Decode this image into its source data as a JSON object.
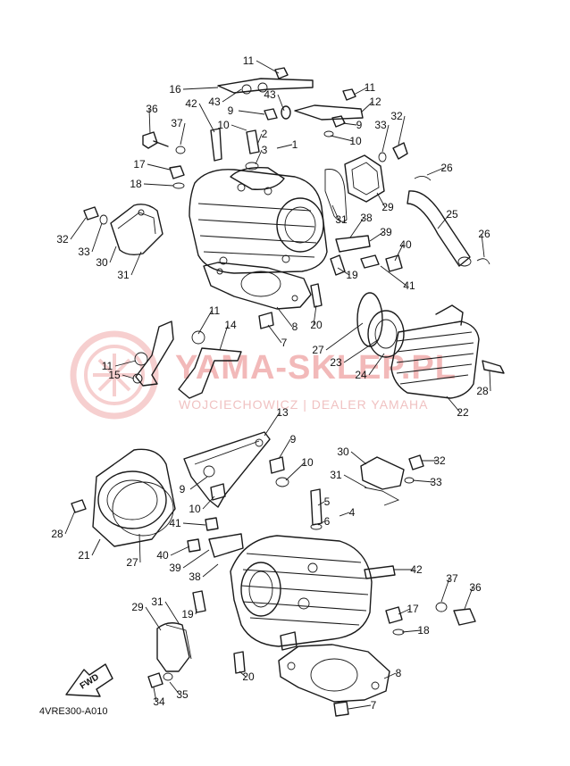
{
  "watermark": {
    "brand": "YAMA-SKLEP.PL",
    "subtitle": "WOJCIECHOWICZ | DEALER YAMAHA"
  },
  "diagram_code": "4VRE300-A010",
  "fwd_label": "FWD",
  "callouts": [
    {
      "id": "c11a",
      "label": "11"
    },
    {
      "id": "c16",
      "label": "16"
    },
    {
      "id": "c43a",
      "label": "43"
    },
    {
      "id": "c43b",
      "label": "43"
    },
    {
      "id": "c11b",
      "label": "11"
    },
    {
      "id": "c9a",
      "label": "9"
    },
    {
      "id": "c12",
      "label": "12"
    },
    {
      "id": "c9b",
      "label": "9"
    },
    {
      "id": "c36a",
      "label": "36"
    },
    {
      "id": "c42a",
      "label": "42"
    },
    {
      "id": "c37a",
      "label": "37"
    },
    {
      "id": "c10a",
      "label": "10"
    },
    {
      "id": "c2a",
      "label": "2"
    },
    {
      "id": "c3a",
      "label": "3"
    },
    {
      "id": "c1",
      "label": "1"
    },
    {
      "id": "c10b",
      "label": "10"
    },
    {
      "id": "c33a",
      "label": "33"
    },
    {
      "id": "c32a",
      "label": "32"
    },
    {
      "id": "c17a",
      "label": "17"
    },
    {
      "id": "c18a",
      "label": "18"
    },
    {
      "id": "c26a",
      "label": "26"
    },
    {
      "id": "c29a",
      "label": "29"
    },
    {
      "id": "c32b",
      "label": "32"
    },
    {
      "id": "c33b",
      "label": "33"
    },
    {
      "id": "c30a",
      "label": "30"
    },
    {
      "id": "c31a",
      "label": "31"
    },
    {
      "id": "c31b",
      "label": "31"
    },
    {
      "id": "c38a",
      "label": "38"
    },
    {
      "id": "c25",
      "label": "25"
    },
    {
      "id": "c39a",
      "label": "39"
    },
    {
      "id": "c40a",
      "label": "40"
    },
    {
      "id": "c26b",
      "label": "26"
    },
    {
      "id": "c19a",
      "label": "19"
    },
    {
      "id": "c41a",
      "label": "41"
    },
    {
      "id": "c11c",
      "label": "11"
    },
    {
      "id": "c14",
      "label": "14"
    },
    {
      "id": "c8a",
      "label": "8"
    },
    {
      "id": "c20a",
      "label": "20"
    },
    {
      "id": "c7a",
      "label": "7"
    },
    {
      "id": "c27a",
      "label": "27"
    },
    {
      "id": "c23",
      "label": "23"
    },
    {
      "id": "c24",
      "label": "24"
    },
    {
      "id": "c11d",
      "label": "11"
    },
    {
      "id": "c15",
      "label": "15"
    },
    {
      "id": "c28a",
      "label": "28"
    },
    {
      "id": "c22",
      "label": "22"
    },
    {
      "id": "c13",
      "label": "13"
    },
    {
      "id": "c9c",
      "label": "9"
    },
    {
      "id": "c10c",
      "label": "10"
    },
    {
      "id": "c9d",
      "label": "9"
    },
    {
      "id": "c10d",
      "label": "10"
    },
    {
      "id": "c30b",
      "label": "30"
    },
    {
      "id": "c32c",
      "label": "32"
    },
    {
      "id": "c31c",
      "label": "31"
    },
    {
      "id": "c33c",
      "label": "33"
    },
    {
      "id": "c5",
      "label": "5"
    },
    {
      "id": "c4",
      "label": "4"
    },
    {
      "id": "c6",
      "label": "6"
    },
    {
      "id": "c28b",
      "label": "28"
    },
    {
      "id": "c41b",
      "label": "41"
    },
    {
      "id": "c21",
      "label": "21"
    },
    {
      "id": "c27b",
      "label": "27"
    },
    {
      "id": "c40b",
      "label": "40"
    },
    {
      "id": "c39b",
      "label": "39"
    },
    {
      "id": "c42b",
      "label": "42"
    },
    {
      "id": "c38b",
      "label": "38"
    },
    {
      "id": "c37b",
      "label": "37"
    },
    {
      "id": "c36b",
      "label": "36"
    },
    {
      "id": "c29b",
      "label": "29"
    },
    {
      "id": "c31d",
      "label": "31"
    },
    {
      "id": "c17b",
      "label": "17"
    },
    {
      "id": "c19b",
      "label": "19"
    },
    {
      "id": "c18b",
      "label": "18"
    },
    {
      "id": "c8b",
      "label": "8"
    },
    {
      "id": "c20b",
      "label": "20"
    },
    {
      "id": "c34",
      "label": "34"
    },
    {
      "id": "c35",
      "label": "35"
    },
    {
      "id": "c7b",
      "label": "7"
    }
  ]
}
